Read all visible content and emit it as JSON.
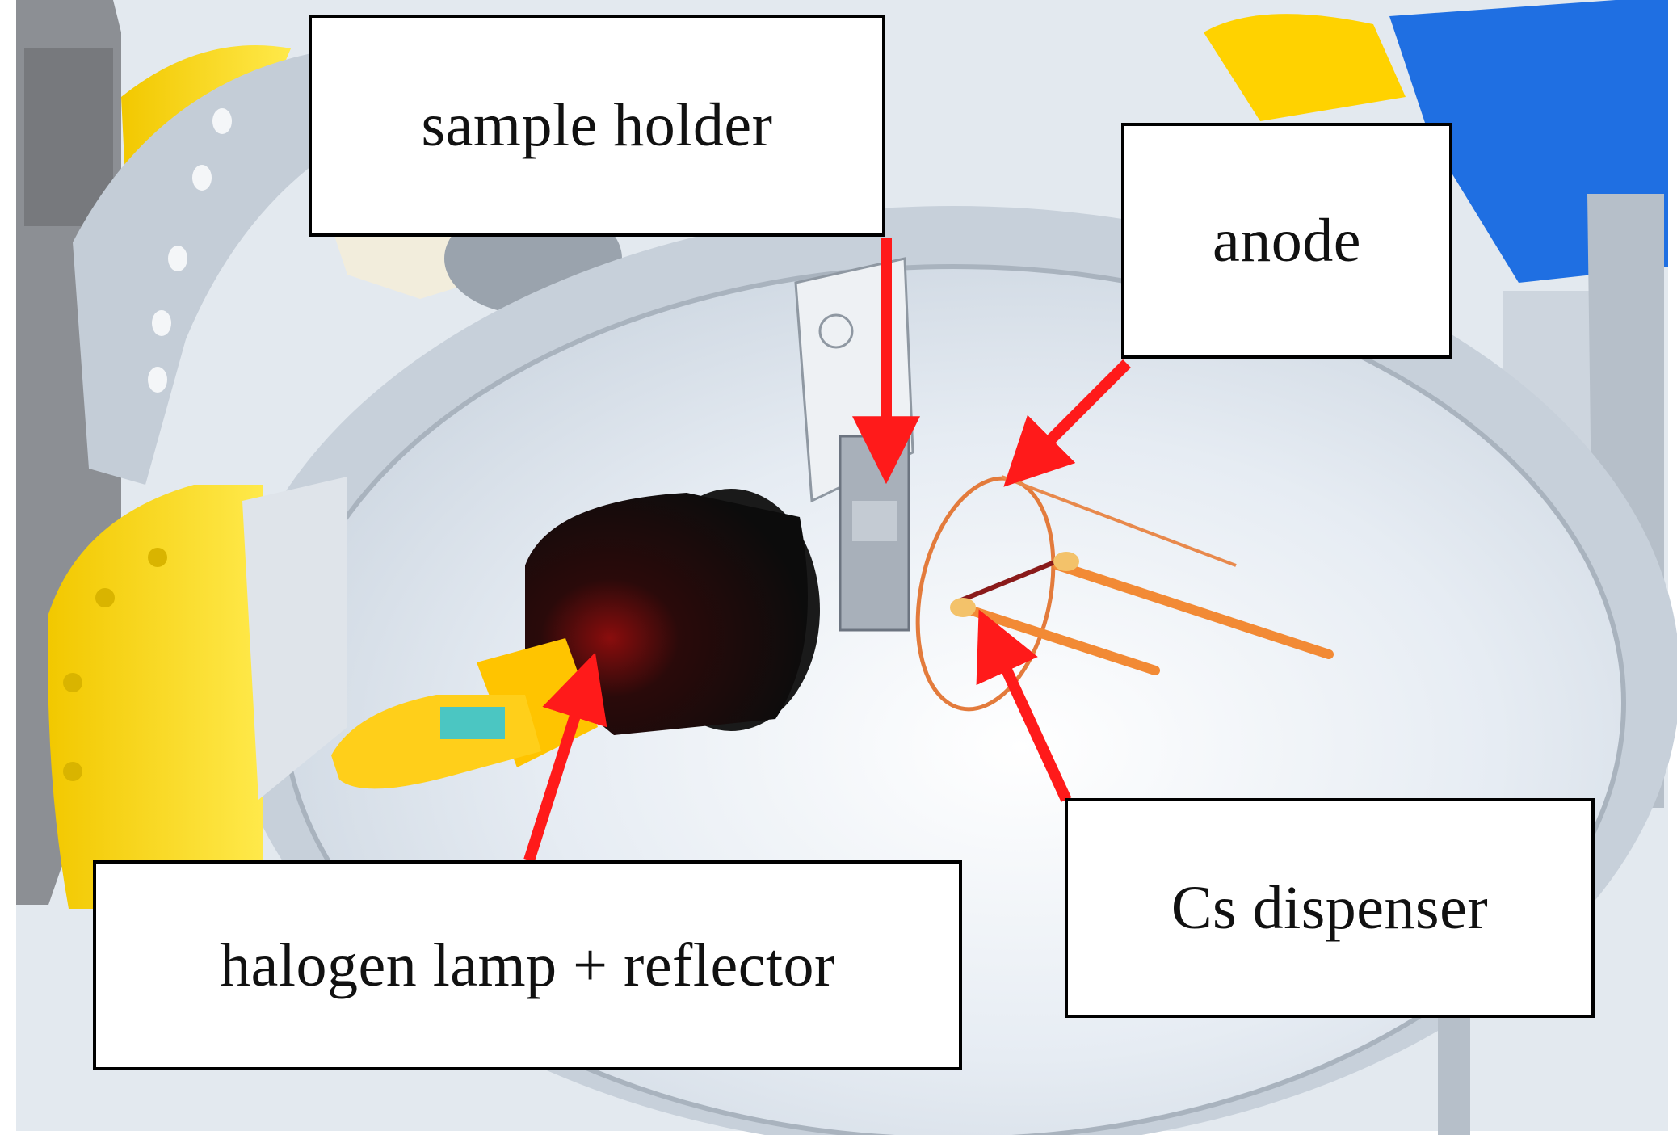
{
  "labels": {
    "sample_holder": "sample holder",
    "anode": "anode",
    "cs_dispenser": "Cs dispenser",
    "halogen_lamp": "halogen lamp + reflector"
  },
  "colors": {
    "arrow": "#ff1a1a",
    "chamber": "#dfe6ee",
    "chamber_shadow": "#b9c3cf",
    "flange_yellow": "#ffe100",
    "flange_blue": "#1e6fe0",
    "reflector": "#141414",
    "copper_wire": "#e37b3c"
  }
}
